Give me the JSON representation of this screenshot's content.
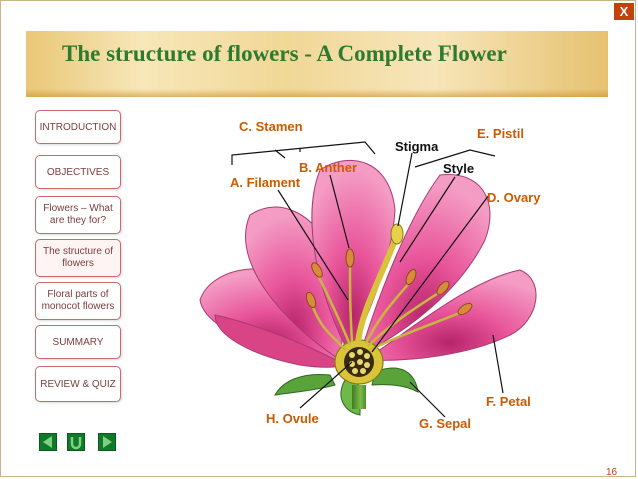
{
  "window": {
    "close_label": "X"
  },
  "header": {
    "title": "The structure of flowers   - A Complete Flower"
  },
  "sidebar": {
    "items": [
      {
        "label": "INTRODUCTION"
      },
      {
        "label": "OBJECTIVES"
      },
      {
        "label": "Flowers – What are they for?"
      },
      {
        "label": "The structure of flowers"
      },
      {
        "label": "Floral parts of monocot flowers"
      },
      {
        "label": "SUMMARY"
      },
      {
        "label": "REVIEW & QUIZ"
      }
    ]
  },
  "navigation": {
    "back_icon": "left-triangle-icon",
    "return_icon": "u-turn-icon",
    "forward_icon": "right-triangle-icon"
  },
  "diagram": {
    "labels": {
      "stamen": "C. Stamen",
      "anther": "B. Anther",
      "filament": "A. Filament",
      "stigma": "Stigma",
      "style": "Style",
      "pistil": "E. Pistil",
      "ovary": "D. Ovary",
      "petal": "F. Petal",
      "ovule": "H. Ovule",
      "sepal": "G. Sepal"
    }
  },
  "footer": {
    "page_number": "16"
  },
  "colors": {
    "title_green": "#2f7a2f",
    "label_orange": "#cc5a00",
    "nav_green": "#0f7a2a",
    "petal_pink": "#e8559a"
  }
}
